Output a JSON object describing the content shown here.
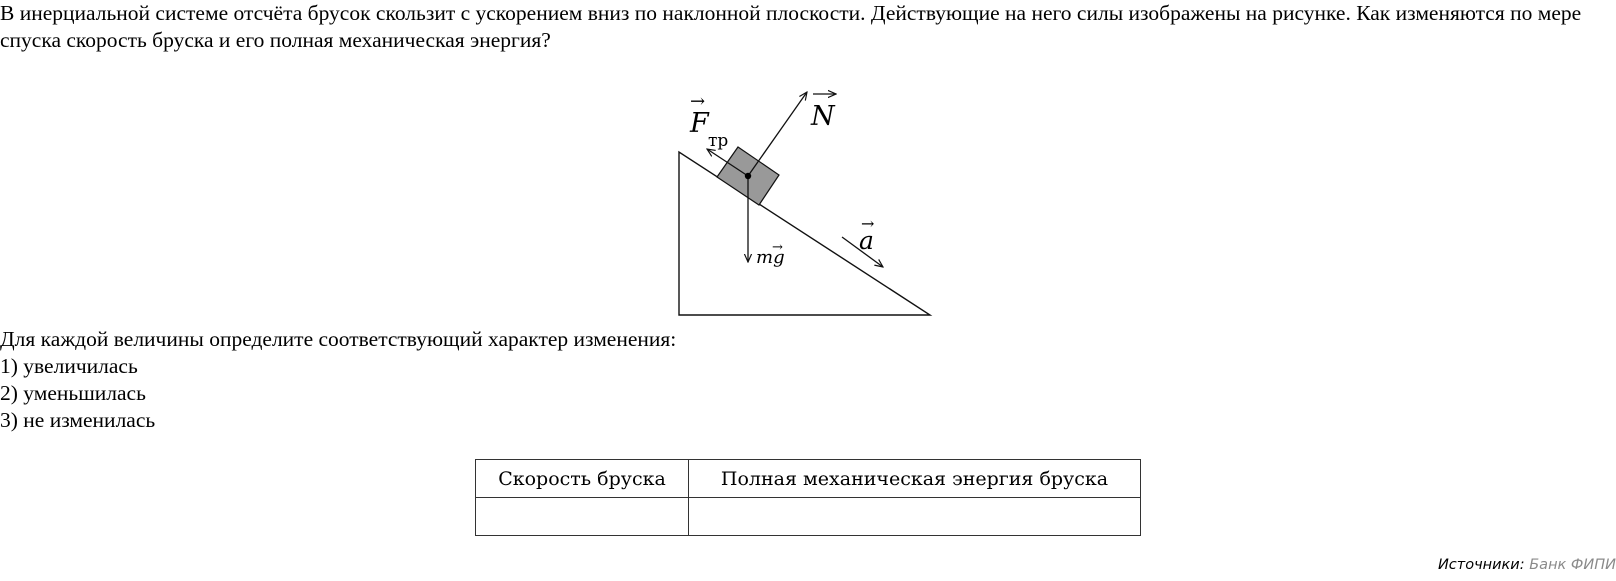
{
  "question": {
    "text": "В инерциальной системе отсчёта брусок скользит с ускорением вниз по наклонной плоскости. Действующие на него силы изображены на рисунке. Как изменяются по мере спуска скорость бруска и его полная механическая энергия?"
  },
  "figure": {
    "labels": {
      "friction": "F",
      "friction_sub": "тр",
      "normal": "N",
      "gravity": "mg",
      "acceleration": "a"
    },
    "vector_mark": "→",
    "colors": {
      "block_fill": "#999999",
      "stroke": "#111111"
    }
  },
  "prompt": {
    "instruction": "Для каждой величины определите соответствующий характер изменения:",
    "options": [
      "1) увеличилась",
      "2) уменьшилась",
      "3) не изменилась"
    ]
  },
  "answer_table": {
    "headers": [
      "Скорость бруска",
      "Полная механическая энергия бруска"
    ],
    "row": [
      "",
      ""
    ]
  },
  "source": {
    "label": "Источники:",
    "value": "Банк ФИПИ"
  }
}
